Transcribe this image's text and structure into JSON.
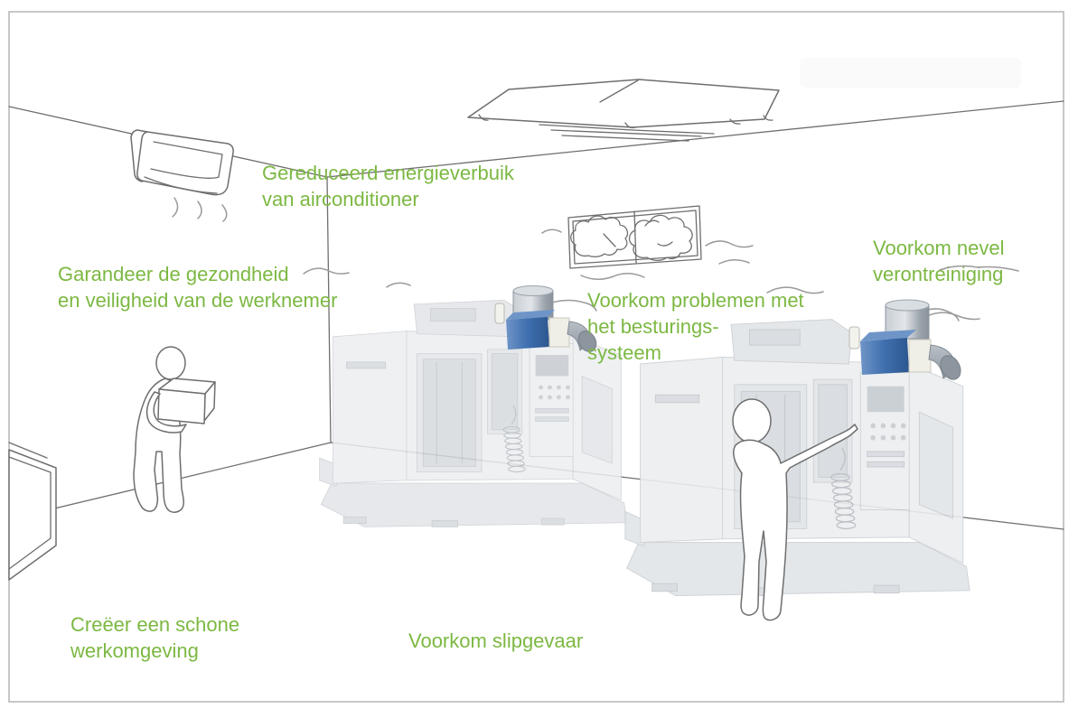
{
  "diagram": {
    "language": "nl",
    "description": "Line-art workshop scene: two CNC machines with blue oil-mist collectors, air conditioner, ceiling light, window with clouds, two workers; green benefit labels"
  },
  "labels": {
    "airco": {
      "text": "Gereduceerd energieverbuik\nvan airconditioner"
    },
    "health": {
      "text": "Garandeer de gezondheid\nen veiligheid van de werknemer"
    },
    "mist": {
      "text": "Voorkom nevel\nverontreiniging"
    },
    "control": {
      "text": "Voorkom problemen met\nhet besturings-\nsysteem"
    },
    "clean": {
      "text": "Creëer een schone\nwerkomgeving"
    },
    "slip": {
      "text": "Voorkom slipgevaar"
    }
  },
  "scene": {
    "elements": [
      "air-conditioner-icon",
      "ceiling-light-icon",
      "window-clouds-icon",
      "airflow-squiggle-icon",
      "cnc-machine-left",
      "cnc-machine-right",
      "mist-collector-left",
      "mist-collector-right",
      "worker-carrying-box",
      "worker-at-control-panel",
      "side-table"
    ]
  },
  "colors": {
    "label_green": "#7cb842",
    "line_gray": "#6f6f6f",
    "soft_gray": "#9a9a9a",
    "frame_gray": "#b5b5b5",
    "collector_blue": "#3e6fae",
    "collector_blue_light": "#6f95c8",
    "collector_blue_dark": "#2d578f",
    "silver_light": "#d3d8dd",
    "silver_dark": "#9098a1",
    "ivory": "#efeee7",
    "duct_gray": "#a3abb3"
  }
}
